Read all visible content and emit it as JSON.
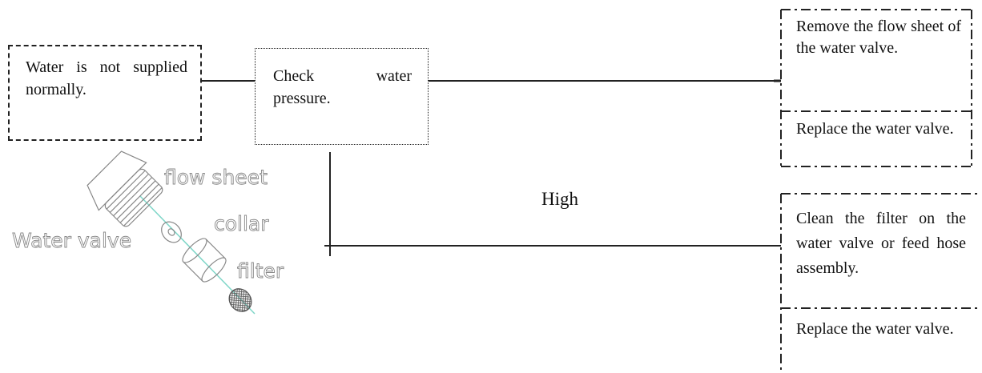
{
  "start": {
    "text": "Water is not supplied normally."
  },
  "check": {
    "text": "Check water pressure."
  },
  "branch_label": "High",
  "actions": [
    {
      "text": "Remove the flow sheet of the water valve."
    },
    {
      "text": "Replace the water valve."
    },
    {
      "text": "Clean the filter on the water valve or feed hose assembly."
    },
    {
      "text": "Replace the water valve."
    }
  ],
  "illustration": {
    "water_valve": "Water valve",
    "flow_sheet": "flow sheet",
    "collar": "collar",
    "filter": "filter"
  }
}
